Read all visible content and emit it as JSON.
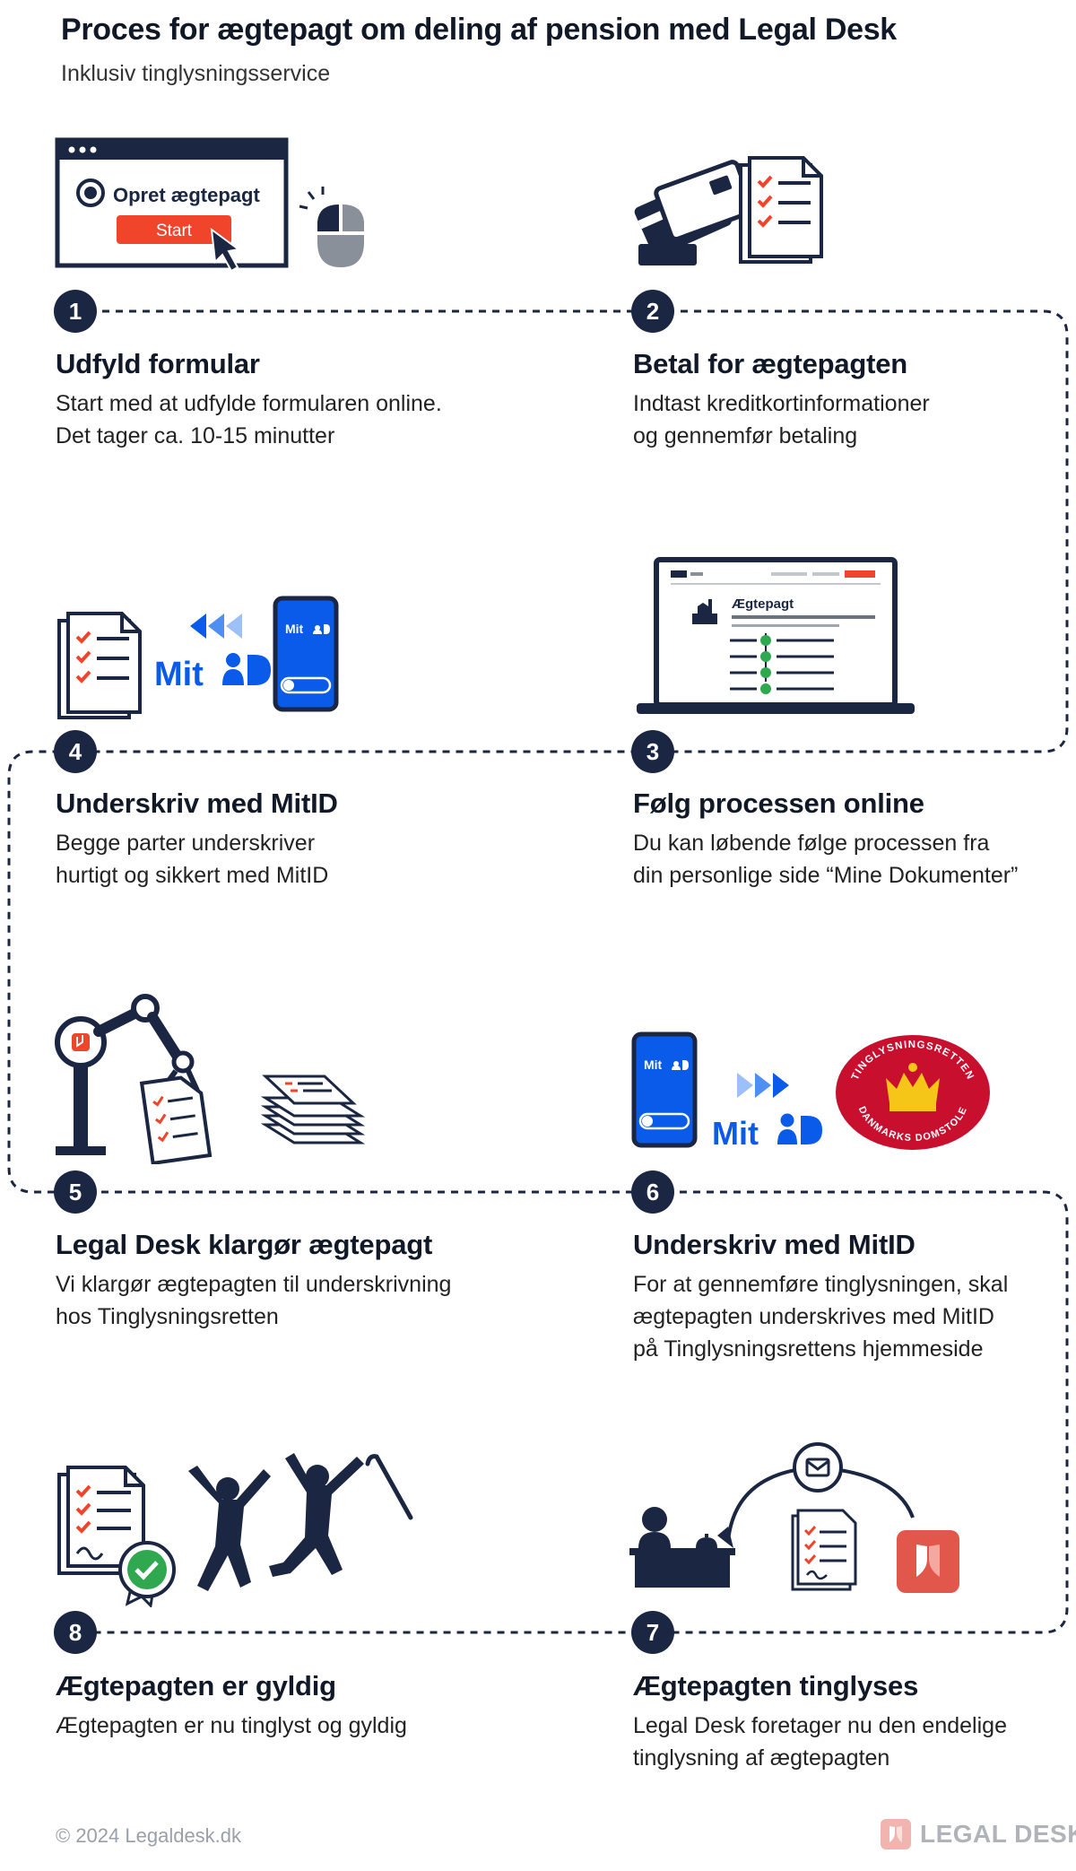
{
  "header": {
    "title": "Proces for ægtepagt om deling af pension med Legal Desk",
    "subtitle": "Inklusiv tinglysningsservice"
  },
  "steps": [
    {
      "number": "1",
      "title": "Udfyld formular",
      "lines": [
        "Start med at udfylde formularen online.",
        "Det tager ca. 10-15 minutter"
      ]
    },
    {
      "number": "2",
      "title": "Betal for ægtepagten",
      "lines": [
        "Indtast kreditkortinformationer",
        "og gennemfør betaling"
      ]
    },
    {
      "number": "3",
      "title": "Følg processen online",
      "lines": [
        "Du kan løbende følge processen fra",
        "din personlige side “Mine Dokumenter”"
      ]
    },
    {
      "number": "4",
      "title": "Underskriv med MitID",
      "lines": [
        "Begge parter underskriver",
        "hurtigt og sikkert med MitID"
      ]
    },
    {
      "number": "5",
      "title": "Legal Desk klargør ægtepagt",
      "lines": [
        "Vi klargør ægtepagten til underskrivning",
        "hos Tinglysningsretten"
      ]
    },
    {
      "number": "6",
      "title": "Underskriv med MitID",
      "lines": [
        "For at gennemføre tinglysningen, skal",
        "ægtepagten underskrives med MitID",
        "på Tinglysningsrettens hjemmeside"
      ]
    },
    {
      "number": "7",
      "title": "Ægtepagten tinglyses",
      "lines": [
        "Legal Desk foretager nu den endelige",
        "tinglysning af ægtepagten"
      ]
    },
    {
      "number": "8",
      "title": "Ægtepagten er gyldig",
      "lines": [
        "Ægtepagten er nu tinglyst og gyldig"
      ]
    }
  ],
  "illustrations": {
    "form_heading": "Opret ægtepagt",
    "form_button": "Start",
    "laptop_heading": "Ægtepagt",
    "mitid_logo": "Mit",
    "mitid_phone_label": "Mit",
    "court_seal_top": "TINGLYSNINGSRETTEN",
    "court_seal_bottom": "DANMARKS DOMSTOLE"
  },
  "footer": {
    "copyright": "© 2024 Legaldesk.dk",
    "brand": "LEGAL DESK"
  },
  "colors": {
    "navy": "#1a2642",
    "accent_red": "#f0452b",
    "mitid_blue": "#0a5bea",
    "check_green": "#2fa84f",
    "court_red": "#c8102e",
    "gold": "#f5c518",
    "gray": "#8a9099"
  }
}
